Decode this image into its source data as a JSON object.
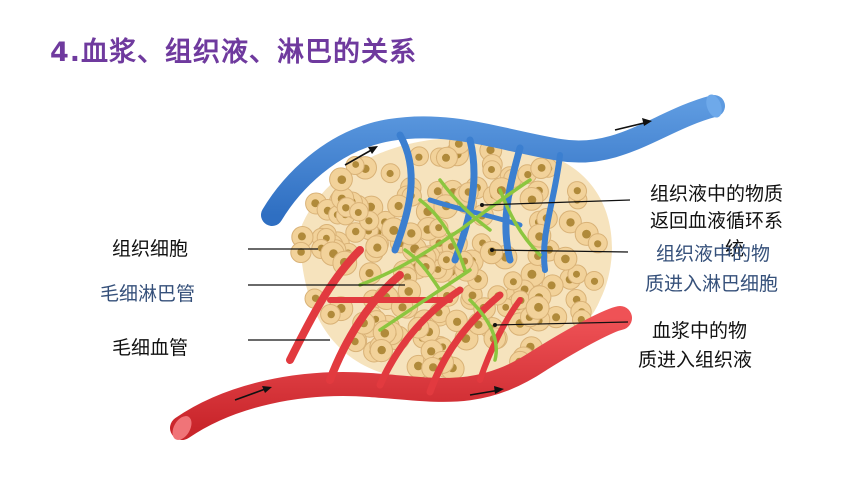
{
  "title": "4.血浆、组织液、淋巴的关系",
  "labels_left": {
    "tissue_cell": "组织细胞",
    "lymph_capillary": "毛细淋巴管",
    "blood_capillary": "毛细血管"
  },
  "labels_right": {
    "return_line1": "组织液中的物质",
    "return_line2": "返回血液循环系",
    "return_line3": "统",
    "lymph_line1": "组织液中的物",
    "lymph_line2": "质进入淋巴细胞",
    "plasma_line1": "血浆中的物",
    "plasma_line2": "质进入组织液"
  },
  "colors": {
    "title": "#6f3a9e",
    "vein": "#3b7fd0",
    "artery": "#e23a3f",
    "lymph": "#8cc63f",
    "cell": "#f2d29a",
    "nucleus": "#b08a3a",
    "blue_text": "#35507a"
  }
}
